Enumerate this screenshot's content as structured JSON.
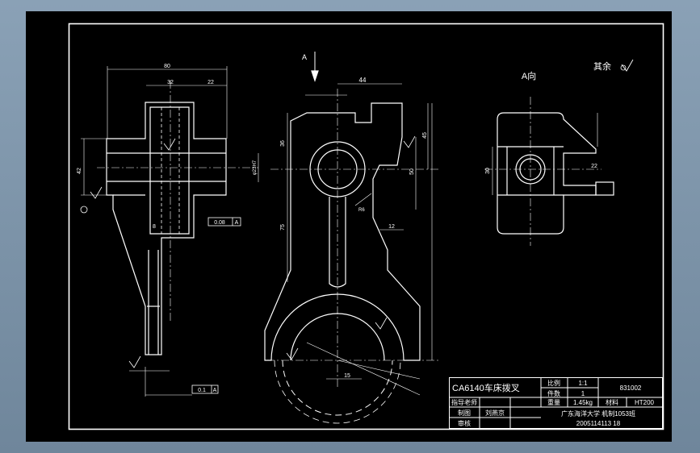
{
  "view_labels": {
    "view_a_arrow": "A",
    "view_a_title": "A向",
    "remaining": "其余"
  },
  "dims": {
    "d80": "80",
    "d32": "32",
    "d22": "22",
    "d42": "42",
    "d8": "8",
    "hole_fit": "φ23H7",
    "tol1": "0.08",
    "tol1_ref": "A",
    "tol2": "0.1",
    "tol2_ref": "A",
    "d44": "44",
    "d36": "36",
    "d75": "75",
    "d45": "45",
    "d12": "12",
    "d50": "50",
    "d15": "15",
    "d30": "30",
    "d22b": "22",
    "r": "R6"
  },
  "title_block": {
    "part_name": "CA6140车床拨叉",
    "ratio_label": "比例",
    "ratio_value": "1:1",
    "count_label": "件数",
    "count_value": "1",
    "drawing_no": "831002",
    "teacher_label": "指导老师",
    "weight_label": "重量",
    "weight_value": "1.45kg",
    "material_label": "材料",
    "material_value": "HT200",
    "draw_label": "制图",
    "drawer_name": "刘燕京",
    "review_label": "审核",
    "school": "广东海洋大学 机制1053班",
    "student_id": "2005114113 18"
  },
  "colors": {
    "background": "#000000",
    "lines": "#ffffff",
    "frame": "#7f96ab"
  }
}
